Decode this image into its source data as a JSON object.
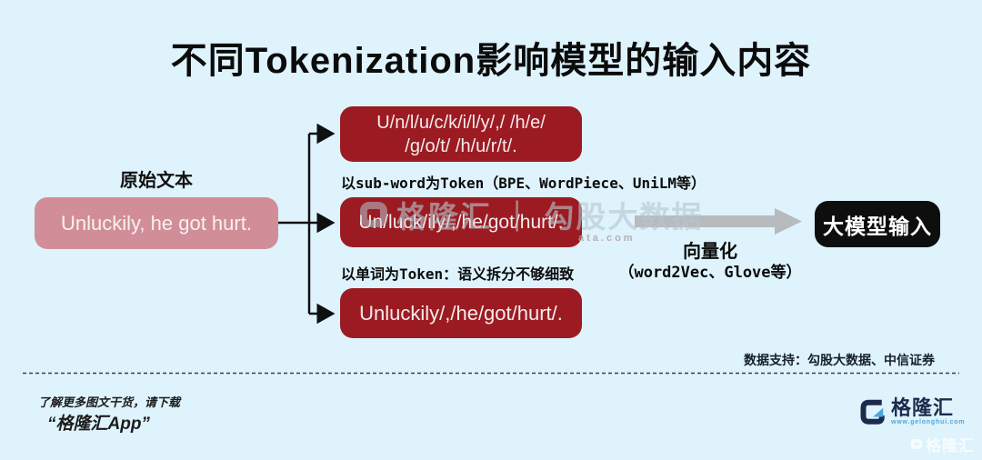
{
  "title": "不同Tokenization影响模型的输入内容",
  "original": {
    "label": "原始文本",
    "text": "Unluckily, he got hurt."
  },
  "tokenization": {
    "char_box_line1": "U/n/l/u/c/k/i/l/y/,/ /h/e/",
    "char_box_line2": "/g/o/t/ /h/u/r/t/.",
    "subword_caption": "以sub-word为Token（BPE、WordPiece、UniLM等）",
    "subword_box": "Un/luck/ily/,/he/got/hurt/.",
    "word_caption": "以单词为Token：语义拆分不够细致",
    "word_box": "Unluckily/,/he/got/hurt/."
  },
  "vectorization": {
    "label": "向量化",
    "methods": "（word2Vec、Glove等）"
  },
  "model_input": {
    "text": "大模型输入"
  },
  "footer": {
    "data_support": "数据支持：勾股大数据、中信证券",
    "promo_line1": "了解更多图文干货，请下载",
    "promo_line2": "“格隆汇App”"
  },
  "brand": {
    "name": "格隆汇",
    "url": "www.gelonghui.com",
    "corner_watermark": "格隆汇"
  },
  "watermark": {
    "center_text": "格隆汇 ｜ 勾股大数据",
    "center_url": "ata.com"
  },
  "colors": {
    "background": "#def3fc",
    "dark_red": "#9c1b22",
    "pink": "#d28e98",
    "black_box": "#0e0e0e",
    "arrow_gray": "#b7bbbe",
    "brand_navy": "#1c2b4d",
    "brand_blue": "#4fa5e0"
  }
}
